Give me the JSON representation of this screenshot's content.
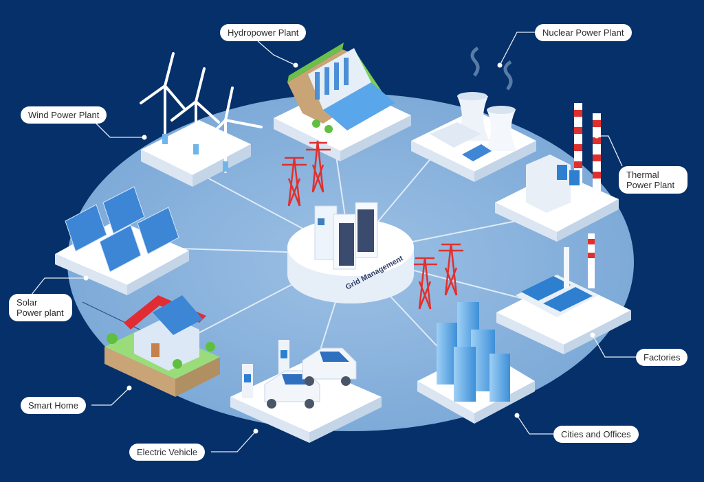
{
  "title": "Grid Management",
  "center_label": "Grid Management",
  "labels": {
    "hydro": "Hydropower Plant",
    "nuclear": "Nuclear Power Plant",
    "wind": "Wind Power Plant",
    "thermal_1": "Thermal",
    "thermal_2": "Power Plant",
    "solar_1": "Solar",
    "solar_2": "Power plant",
    "factories": "Factories",
    "smart_home": "Smart Home",
    "ev": "Electric Vehicle",
    "cities": "Cities and Offices"
  },
  "colors": {
    "background": "#05306a",
    "field": "#86b1dc",
    "tower": "#e0302e",
    "platform": "#ffffff"
  }
}
